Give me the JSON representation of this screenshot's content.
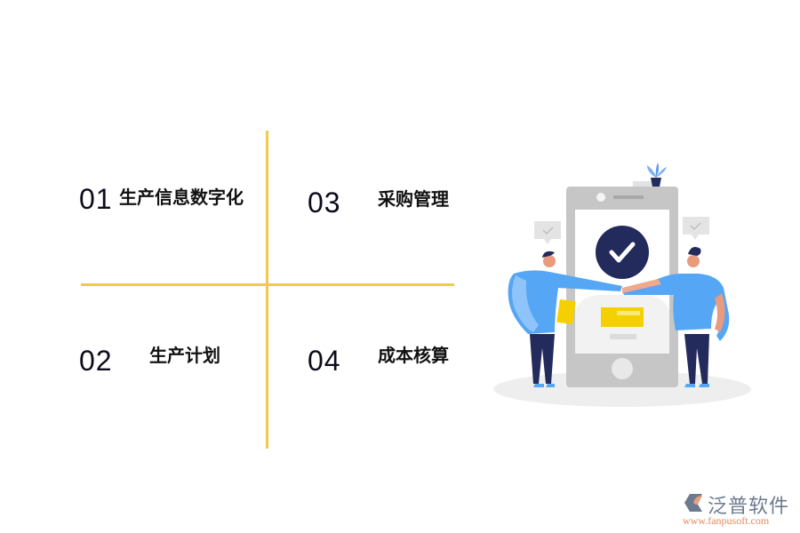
{
  "quadrants": [
    {
      "number": "01",
      "label": "生产信息数字化"
    },
    {
      "number": "02",
      "label": "生产计划"
    },
    {
      "number": "03",
      "label": "采购管理"
    },
    {
      "number": "04",
      "label": "成本核算"
    }
  ],
  "colors": {
    "divider": "#f2c94c",
    "navy": "#232a5c",
    "shirt_blue": "#55a6f5",
    "yellow": "#f5d000",
    "phone_gray": "#c4c4c4"
  },
  "illustration": {
    "icons": [
      "check-circle-icon",
      "check-bubble-icon",
      "plant-icon"
    ]
  },
  "logo": {
    "name": "泛普软件",
    "url": "www.fanpusoft.com"
  }
}
